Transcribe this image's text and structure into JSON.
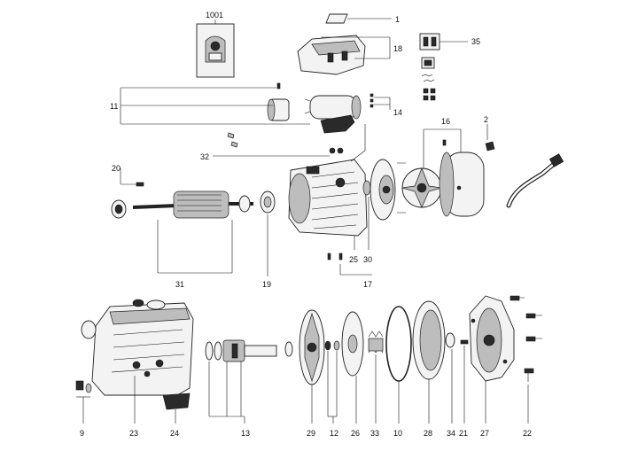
{
  "diagram": {
    "labels": {
      "l1001": "1001",
      "l1": "1",
      "l18": "18",
      "l35": "35",
      "l11": "11",
      "l14": "14",
      "l16": "16",
      "l2": "2",
      "l20": "20",
      "l32": "32",
      "l25": "25",
      "l30": "30",
      "l17": "17",
      "l31": "31",
      "l19": "19",
      "l9": "9",
      "l23": "23",
      "l24": "24",
      "l13": "13",
      "l29": "29",
      "l12": "12",
      "l26": "26",
      "l33": "33",
      "l10": "10",
      "l28": "28",
      "l34": "34",
      "l21": "21",
      "l27": "27",
      "l22": "22"
    }
  }
}
